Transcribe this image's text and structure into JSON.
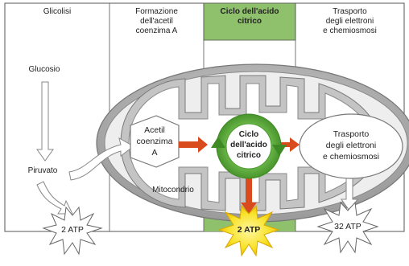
{
  "columns": {
    "glycolysis": "Glicolisi",
    "acetyl_formation": "Formazione\ndell'acetil\ncoenzima A",
    "citric_cycle": "Ciclo dell'acido\ncitrico",
    "transport": "Trasporto\ndegli elettroni\ne chemiosmosi"
  },
  "labels": {
    "glucose": "Glucosio",
    "pyruvate": "Piruvato",
    "acetyl_coa": "Acetil\ncoenzima\nA",
    "citric_cycle": "Ciclo\ndell'acido\ncitrico",
    "transport": "Trasporto\ndegli elettroni\ne chemiosmosi",
    "mitochondrion": "Mitocondrio"
  },
  "atp": {
    "glycolysis": "2 ATP",
    "citric_cycle": "2 ATP",
    "transport": "32 ATP"
  },
  "colors": {
    "highlight_column": "#8fc06c",
    "cycle_ring": "#5aa83a",
    "arrow_red": "#d94a1c",
    "starburst_yellow": "#f8e22a",
    "membrane_gray": "#a9a9a9"
  }
}
